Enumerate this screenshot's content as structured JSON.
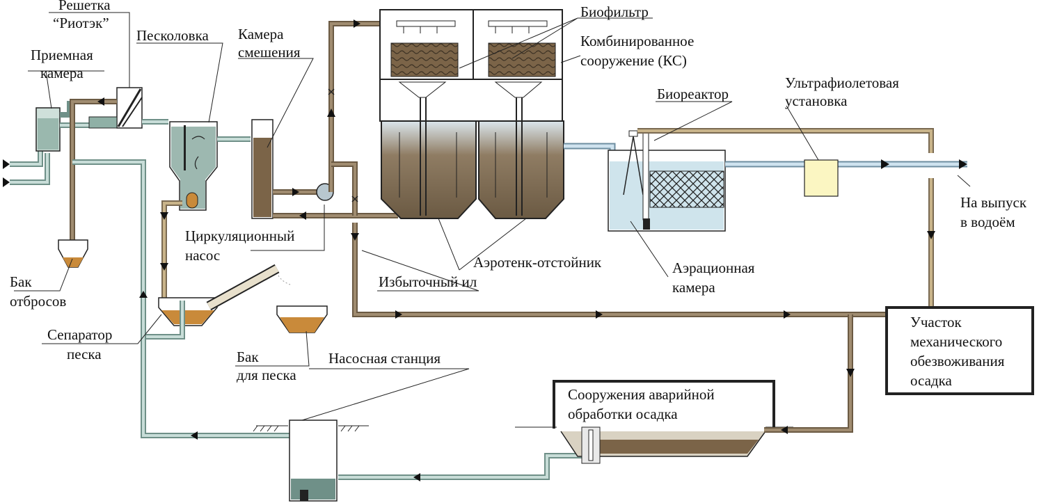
{
  "labels": {
    "screen_line1": "Решетка",
    "screen_line2": "“Риотэк”",
    "receiving_line1": "Приемная",
    "receiving_line2": "камера",
    "sand_trap": "Песколовка",
    "mixing_line1": "Камера",
    "mixing_line2": "смешения",
    "biofilter": "Биофильтр",
    "combined_line1": "Комбинированное",
    "combined_line2": "сооружение (КС)",
    "bioreactor": "Биореактор",
    "uv_line1": "Ультрафиолетовая",
    "uv_line2": "установка",
    "outlet_line1": "На выпуск",
    "outlet_line2": "в водоём",
    "circ_pump_line1": "Циркуляционный",
    "circ_pump_line2": "насос",
    "aerotank": "Аэротенк-отстойник",
    "excess_sludge": "Избыточный ил",
    "aeration_line1": "Аэрационная",
    "aeration_line2": "камера",
    "waste_tank_line1": "Бак",
    "waste_tank_line2": "отбросов",
    "sand_sep_line1": "Сепаратор",
    "sand_sep_line2": "песка",
    "sand_tank_line1": "Бак",
    "sand_tank_line2": "для песка",
    "pump_station": "Насосная станция",
    "emergency_line1": "Сооружения аварийной",
    "emergency_line2": "обработки осадка",
    "dewater_line1": "Участок",
    "dewater_line2": "механического",
    "dewater_line3": "обезвоживания",
    "dewater_line4": "осадка"
  },
  "colors": {
    "water_pipe": "#6f9088",
    "sludge_pipe": "#6b5a43",
    "clean_water_pipe": "#6e8ea0",
    "sludge_fill": "#7b6448",
    "water_fill": "#cfe4ec",
    "sand_fill": "#c98a3a",
    "uv_fill": "#fbf6c2"
  }
}
